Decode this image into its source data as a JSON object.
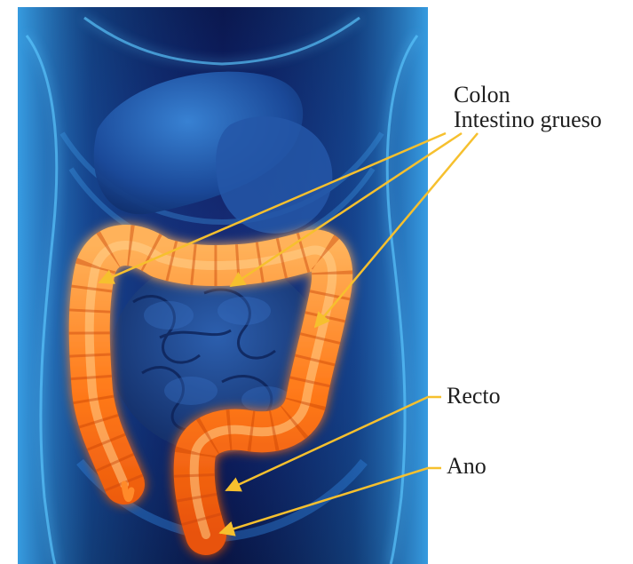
{
  "labels": {
    "colon": "Colon",
    "large_intestine": "Intestino grueso",
    "rectum": "Recto",
    "anus": "Ano"
  },
  "colors": {
    "background": "#ffffff",
    "body_dark": "#0a1440",
    "body_glow": "#1f86d6",
    "organ_blue": "#1d3f8a",
    "colon_orange": "#ff7a1a",
    "colon_highlight": "#ffd08a",
    "pointer_yellow": "#f6c02e"
  },
  "image": {
    "subject": "colon-anatomy-illustration"
  }
}
